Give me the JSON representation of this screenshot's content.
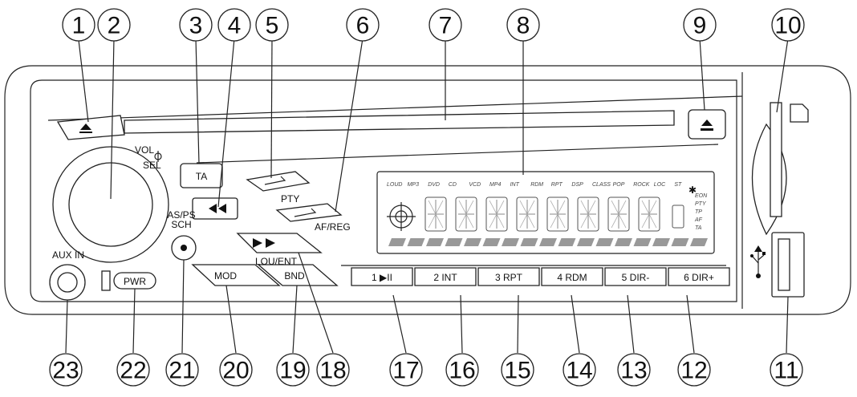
{
  "callouts": {
    "top": [
      "1",
      "2",
      "3",
      "4",
      "5",
      "6",
      "7",
      "8",
      "9",
      "10"
    ],
    "bottom": [
      "23",
      "22",
      "21",
      "20",
      "19",
      "18",
      "17",
      "16",
      "15",
      "14",
      "13",
      "12",
      "11"
    ]
  },
  "labels": {
    "vol": "VOL",
    "sel": "SEL",
    "ta": "TA",
    "pty": "PTY",
    "af_reg": "AF/REG",
    "as_ps": "AS/PS",
    "sch": "SCH",
    "lou_ent": "LOU/ENT",
    "aux_in": "AUX IN",
    "pwr": "PWR",
    "mod": "MOD",
    "bnd": "BND"
  },
  "presets": [
    {
      "num": "1",
      "func": "▶II"
    },
    {
      "num": "2",
      "func": "INT"
    },
    {
      "num": "3",
      "func": "RPT"
    },
    {
      "num": "4",
      "func": "RDM"
    },
    {
      "num": "5",
      "func": "DIR-"
    },
    {
      "num": "6",
      "func": "DIR+"
    }
  ],
  "lcd": {
    "indicators": [
      "LOUD",
      "MP3",
      "DVD",
      "CD",
      "VCD",
      "MP4",
      "INT",
      "RDM",
      "RPT",
      "DSP",
      "CLASS",
      "POP",
      "ROCK",
      "LOC",
      "ST"
    ],
    "right_indicators": [
      "EON",
      "PTY",
      "TP",
      "AF",
      "TA"
    ]
  }
}
